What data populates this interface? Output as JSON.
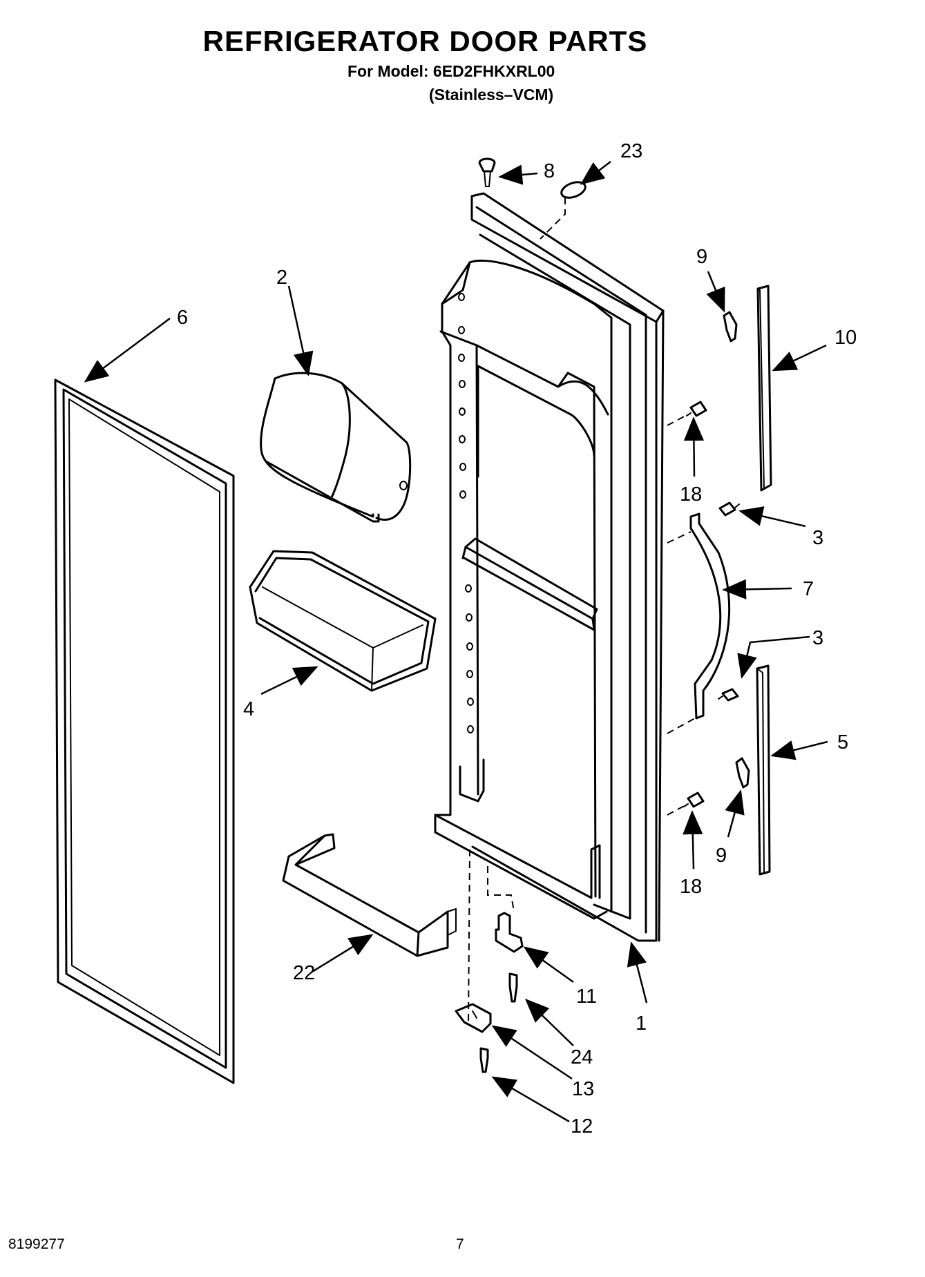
{
  "header": {
    "title": "REFRIGERATOR DOOR PARTS",
    "model_line": "For Model: 6ED2FHKXRL00",
    "finish_line": "(Stainless–VCM)"
  },
  "footer": {
    "doc_number": "8199277",
    "page_number": "7"
  },
  "callouts": {
    "p1": "1",
    "p2": "2",
    "p3a": "3",
    "p3b": "3",
    "p4": "4",
    "p5": "5",
    "p6": "6",
    "p7": "7",
    "p8": "8",
    "p9a": "9",
    "p9b": "9",
    "p10": "10",
    "p11": "11",
    "p12": "12",
    "p13": "13",
    "p18a": "18",
    "p18b": "18",
    "p22": "22",
    "p23": "23",
    "p24": "24"
  }
}
